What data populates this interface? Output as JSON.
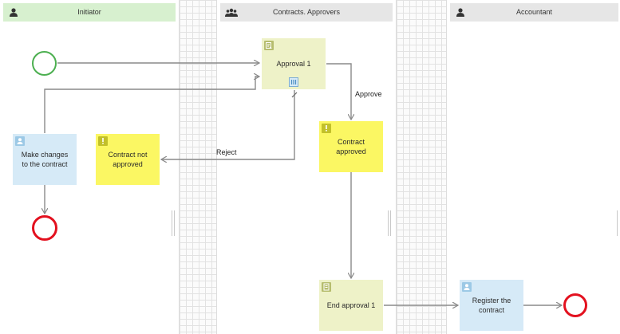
{
  "lanes": [
    {
      "title": "Initiator",
      "icon": "single-user-icon"
    },
    {
      "title": "Contracts. Approvers",
      "icon": "user-group-icon"
    },
    {
      "title": "Accountant",
      "icon": "single-user-icon"
    }
  ],
  "tasks": {
    "make_changes": "Make changes to the contract",
    "not_approved": "Contract not approved",
    "approval_1": "Approval 1",
    "contract_approved": "Contract approved",
    "end_approval_1": "End approval 1",
    "register_contract": "Register the contract"
  },
  "edge_labels": {
    "approve": "Approve",
    "reject": "Reject"
  },
  "colors": {
    "initiator_header": "#d7f0cf",
    "lane_header": "#e6e6e6",
    "user_task": "#d6eaf7",
    "note_task": "#fbf763",
    "approval_task": "#eef2c8",
    "start_event": "#4caf50",
    "end_event": "#e3111f",
    "edge": "#8a8a8a"
  }
}
